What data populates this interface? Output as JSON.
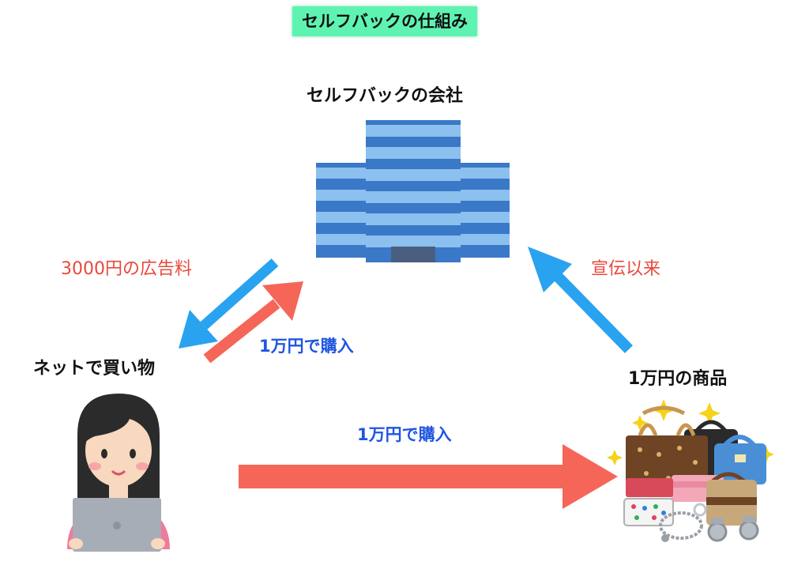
{
  "title": "セルフバックの仕組み",
  "nodes": {
    "company": "セルフバックの会社",
    "shopper": "ネットで買い物",
    "product": "1万円の商品"
  },
  "flows": {
    "ad_fee": "3000円の広告料",
    "advertise": "宣伝以来",
    "purchase_to_company": "1万円で購入",
    "purchase_to_product": "1万円で購入"
  },
  "colors": {
    "title_bg": "#5ff3b2",
    "blue_arrow": "#29a3ef",
    "red_arrow": "#f56658",
    "red_text": "#e8483b",
    "blue_text": "#1f56e0"
  }
}
